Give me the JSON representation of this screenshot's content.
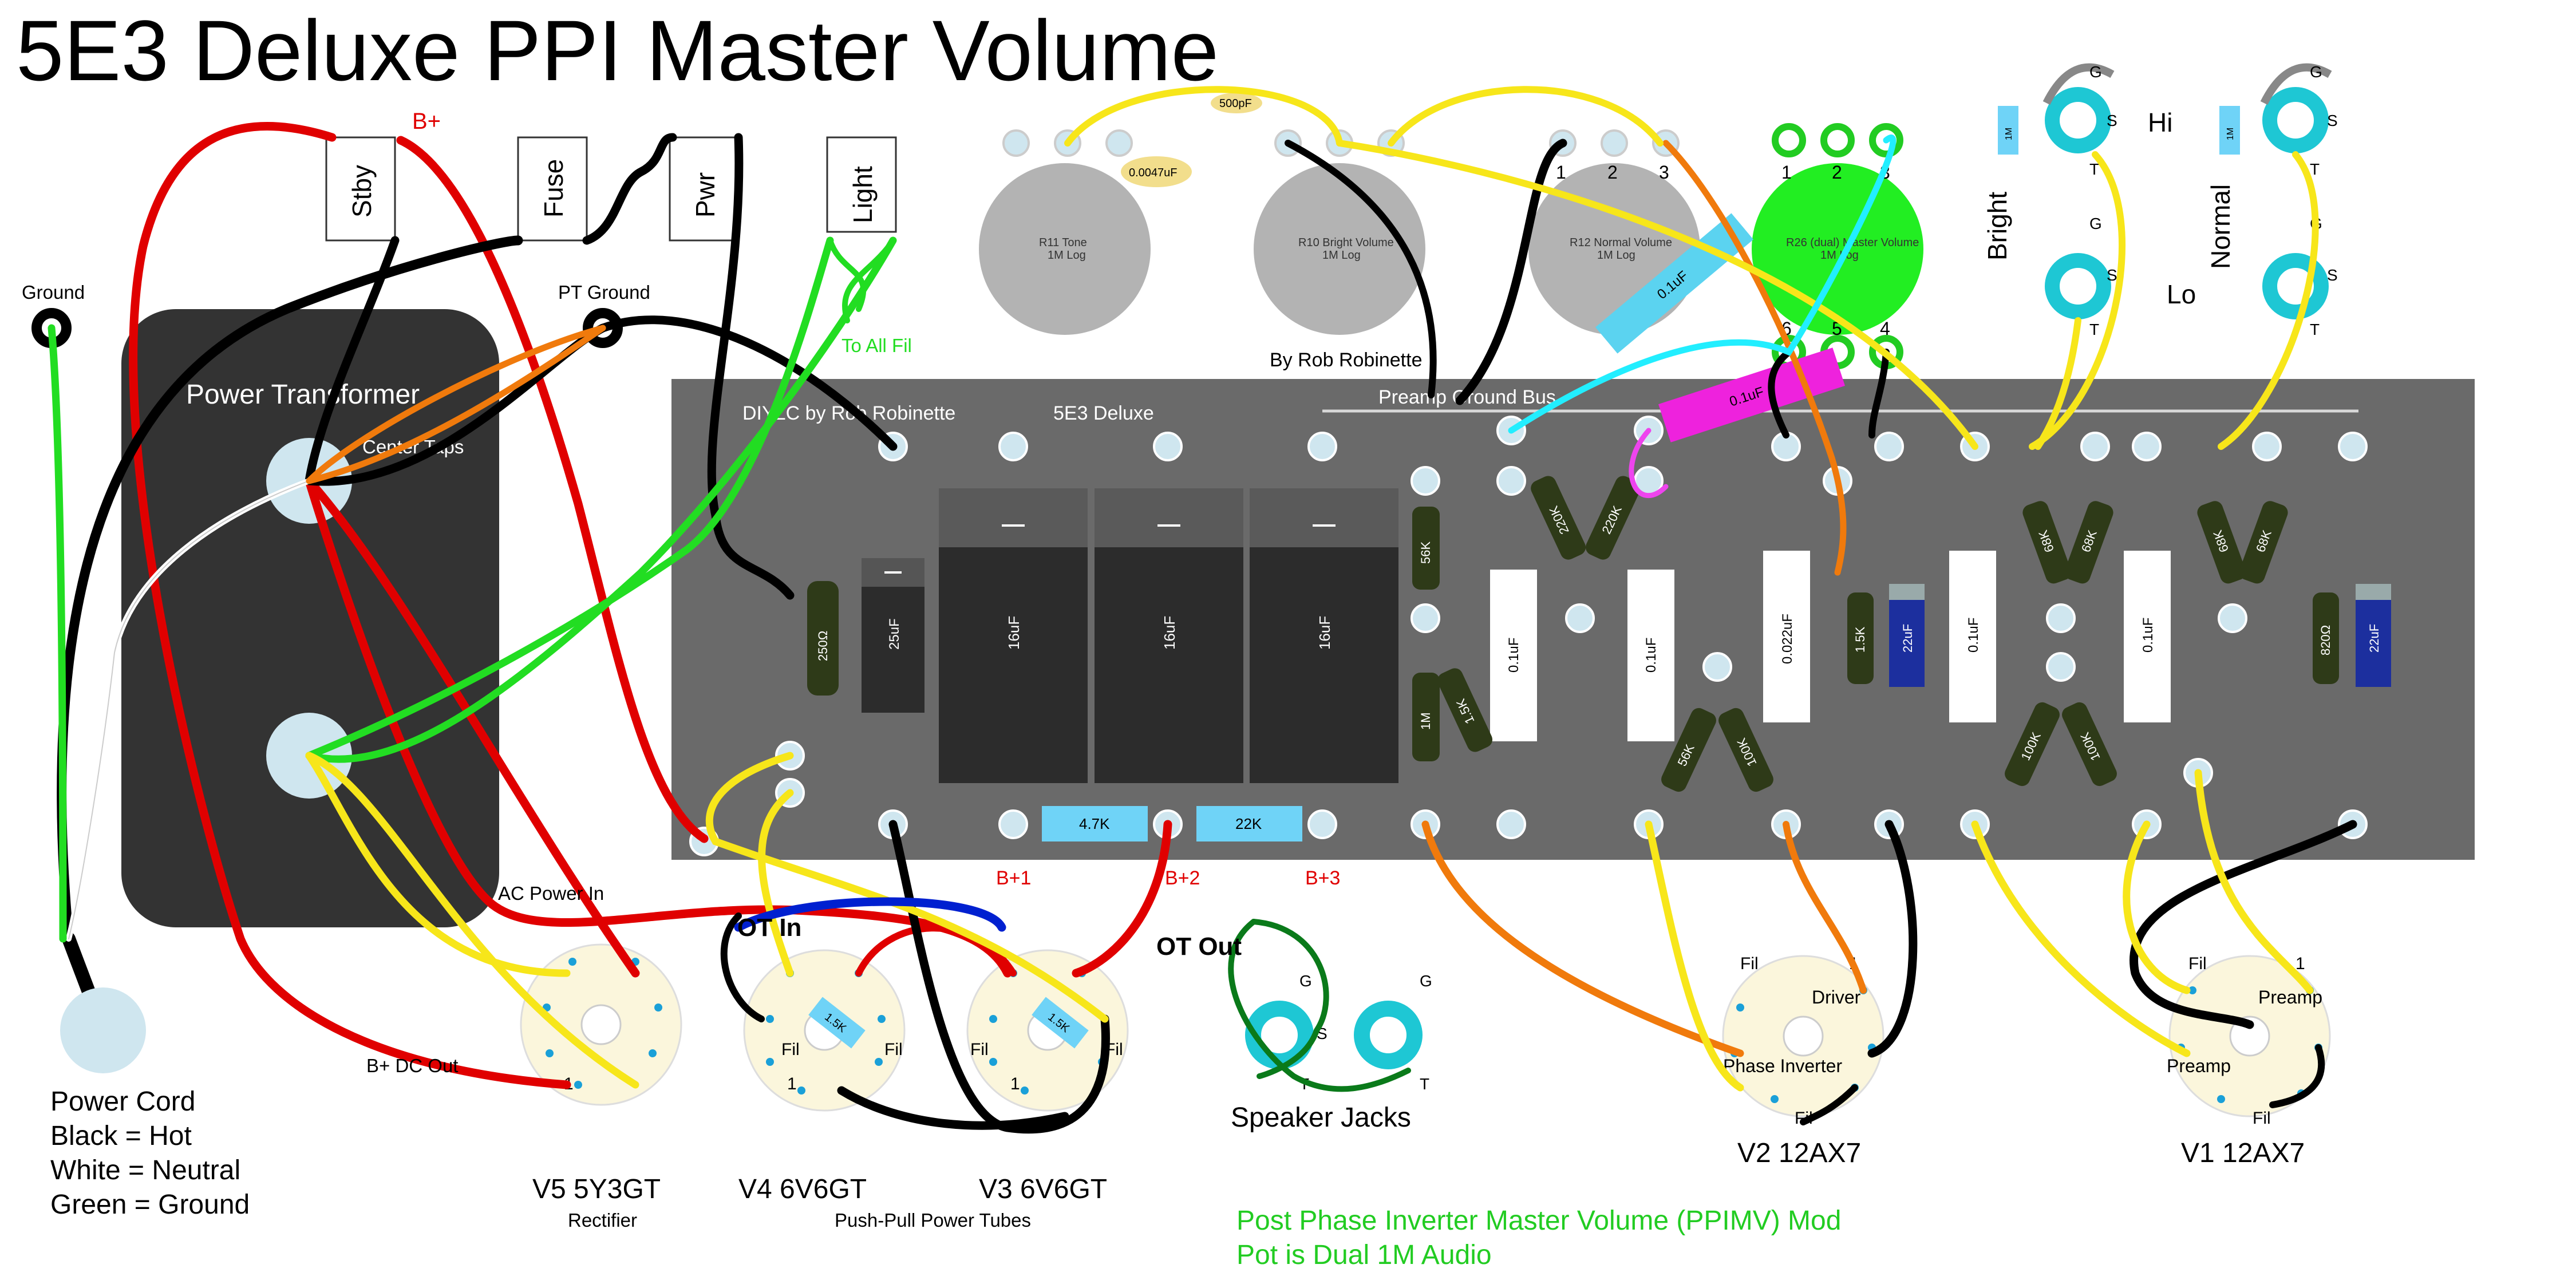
{
  "title": "5E3 Deluxe PPI Master Volume",
  "labels": {
    "ground": "Ground",
    "pt_ground": "PT Ground",
    "bplus": "B+",
    "stby": "Stby",
    "fuse": "Fuse",
    "pwr": "Pwr",
    "light": "Light",
    "to_all_fil": "To All Fil",
    "power_transformer": "Power Transformer",
    "center_taps": "Center Taps",
    "ac_power_in": "AC Power In",
    "bplus_dc_out": "B+ DC Out",
    "ot_in": "OT In",
    "ot_out": "OT Out",
    "speaker_jacks": "Speaker Jacks",
    "diylc": "DIYLC by Rob Robinette",
    "board_name": "5E3 Deluxe",
    "preamp_ground_bus": "Preamp Ground Bus",
    "by_rob": "By Rob Robinette",
    "b1": "B+1",
    "b2": "B+2",
    "b3": "B+3",
    "hi": "Hi",
    "lo": "Lo",
    "bright": "Bright",
    "normal": "Normal",
    "jack_g": "G",
    "jack_s": "S",
    "jack_t": "T",
    "pin1": "1",
    "fil": "Fil",
    "driver": "Driver",
    "phase_inverter": "Phase Inverter",
    "preamp": "Preamp"
  },
  "power_cord": [
    "Power Cord",
    "Black = Hot",
    "White = Neutral",
    "Green = Ground"
  ],
  "tubes": {
    "v5": {
      "name": "V5  5Y3GT",
      "sub": "Rectifier"
    },
    "v4": {
      "name": "V4  6V6GT"
    },
    "v3": {
      "name": "V3  6V6GT"
    },
    "v4v3_sub": "Push-Pull Power Tubes",
    "v2": {
      "name": "V2  12AX7"
    },
    "v1": {
      "name": "V1  12AX7"
    }
  },
  "pots": {
    "tone": [
      "R11 Tone",
      "1M Log"
    ],
    "bright": [
      "R10 Bright Volume",
      "1M Log"
    ],
    "normal": [
      "R12 Normal Volume",
      "1M Log"
    ],
    "master": [
      "R26 (dual) Master Volume",
      "1M Log"
    ],
    "lugs": [
      "1",
      "2",
      "3",
      "4",
      "5",
      "6"
    ]
  },
  "components": {
    "c500pf": "500pF",
    "c0047": "0.0047uF",
    "c01_a": "0.1uF",
    "c01_b": "0.1uF",
    "r250": "250Ω",
    "c25": "25uF",
    "c16_a": "16uF",
    "c16_b": "16uF",
    "c16_c": "16uF",
    "r47k": "4.7K",
    "r22k": "22K",
    "r56k": "56K",
    "r1m_a": "1M",
    "r15k_a": "1.5K",
    "c01_c": "0.1uF",
    "r220k_a": "220K",
    "r220k_b": "220K",
    "c01_d": "0.1uF",
    "r56k_b": "56K",
    "r100k_a": "100K",
    "c0022": "0.022uF",
    "r15k_b": "1.5K",
    "c22_a": "22uF",
    "c01_e": "0.1uF",
    "r68k_a": "68K",
    "r68k_b": "68K",
    "r100k_b": "100K",
    "r100k_c": "100K",
    "c01_f": "0.1uF",
    "r68k_c": "68K",
    "r68k_d": "68K",
    "r820": "820Ω",
    "c22_b": "22uF",
    "r1m_b": "1M",
    "r1m_c": "1M",
    "r15k_v4": "1.5K",
    "r15k_v3": "1.5K"
  },
  "footer": [
    "Post Phase Inverter Master Volume (PPIMV) Mod",
    "Pot is Dual 1M Audio"
  ],
  "colors": {
    "board": "#6a6a6a",
    "transformer": "#333333",
    "eyelet": "#cfe6ef",
    "socket": "#fbf6dc",
    "jack": "#1ec7d4",
    "pot": "#b3b3b3",
    "master_pot": "#22ee22",
    "cap_dark": "#2c2c2c",
    "cap_blue": "#1c2f9e",
    "res_body": "#2e3a18",
    "cap_cyan": "#5bd3f0",
    "cap_magenta": "#ee22dd",
    "red": "#e00000",
    "yellow": "#f7e61a",
    "green": "#22dd22",
    "orange": "#f07a0c",
    "cyan": "#22eeff",
    "footer_text": "#22cc22"
  }
}
